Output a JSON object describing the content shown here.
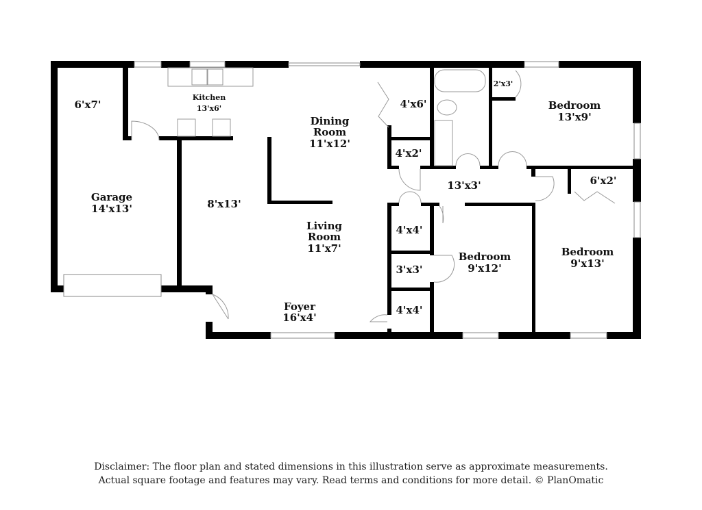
{
  "rooms": {
    "garage_closet": {
      "size": "6'x7'"
    },
    "kitchen": {
      "name": "Kitchen",
      "size": "13'x6'"
    },
    "garage": {
      "name": "Garage",
      "size": "14'x13'"
    },
    "room_8x13": {
      "size": "8'x13'"
    },
    "dining": {
      "name1": "Dining",
      "name2": "Room",
      "size": "11'x12'"
    },
    "living": {
      "name1": "Living",
      "name2": "Room",
      "size": "11'x7'"
    },
    "foyer": {
      "name": "Foyer",
      "size": "16'x4'"
    },
    "closet_4x6": {
      "size": "4'x6'"
    },
    "closet_4x2": {
      "size": "4'x2'"
    },
    "closet_2x3": {
      "size": "2'x3'"
    },
    "bedroom1": {
      "name": "Bedroom",
      "size": "13'x9'"
    },
    "hall": {
      "size": "13'x3'"
    },
    "closet_6x2": {
      "size": "6'x2'"
    },
    "closet_4x4a": {
      "size": "4'x4'"
    },
    "closet_3x3": {
      "size": "3'x3'"
    },
    "closet_4x4b": {
      "size": "4'x4'"
    },
    "bedroom2": {
      "name": "Bedroom",
      "size": "9'x12'"
    },
    "bedroom3": {
      "name": "Bedroom",
      "size": "9'x13'"
    }
  },
  "disclaimer": {
    "line1": "Disclaimer: The floor plan and stated dimensions in this illustration serve as approximate measurements.",
    "line2": "Actual square footage and features may vary. Read terms and conditions for more detail. © PlanOmatic"
  }
}
